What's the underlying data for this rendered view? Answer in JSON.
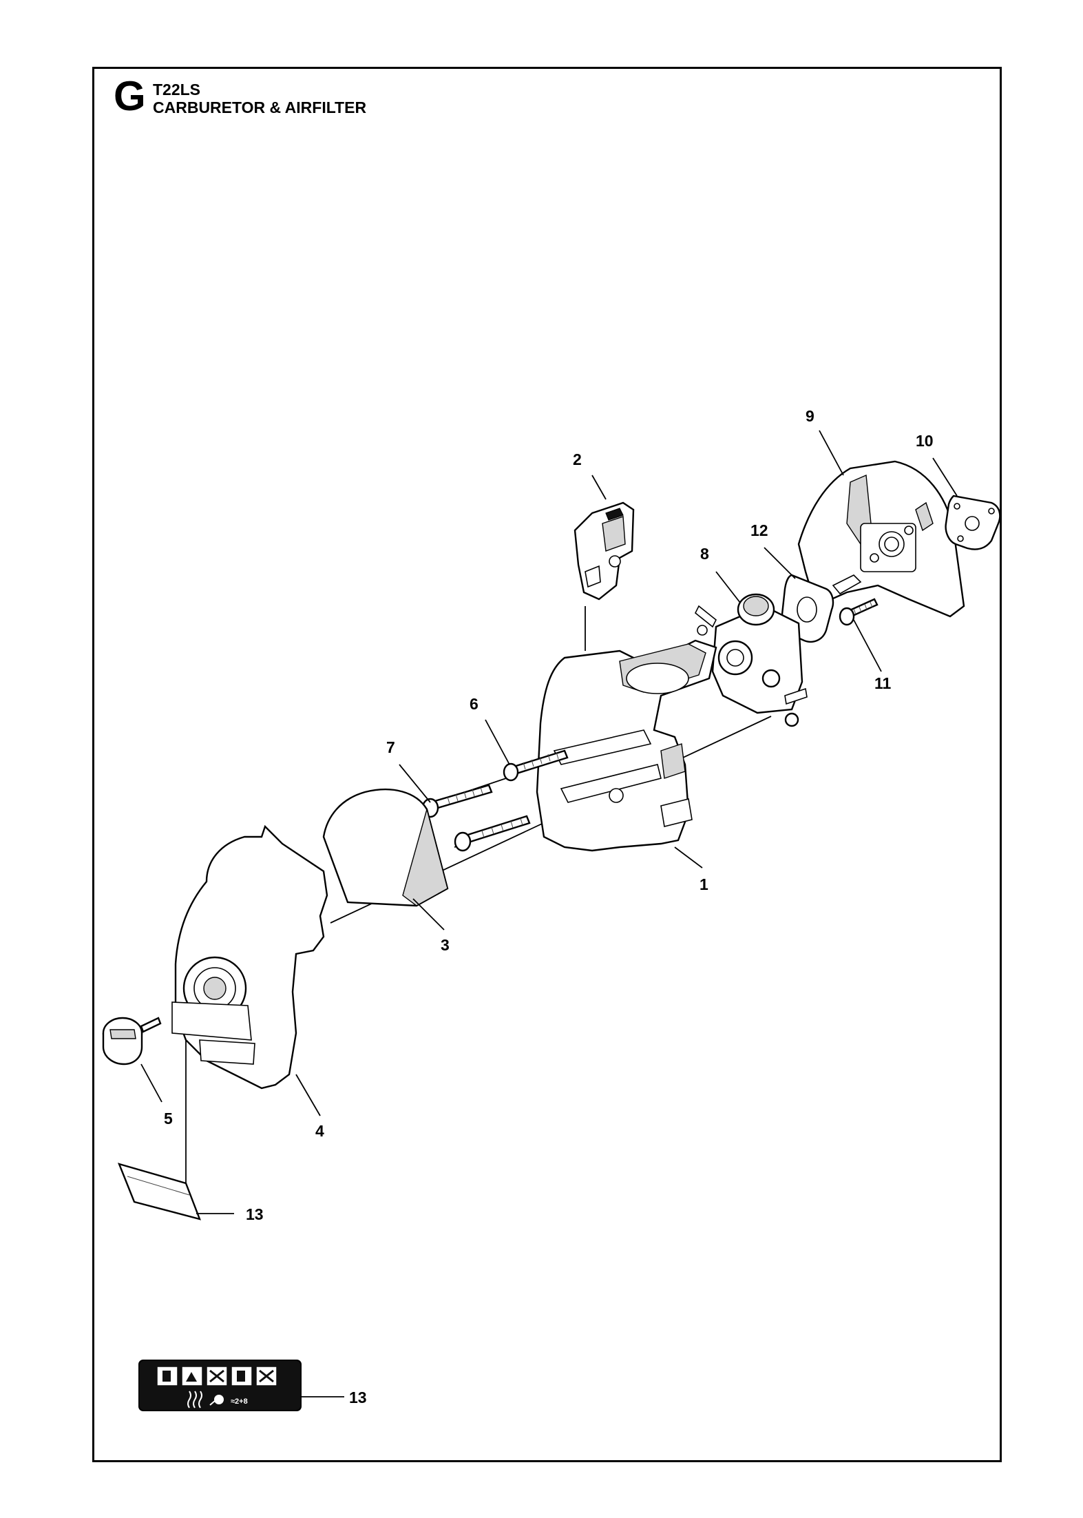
{
  "header": {
    "section_letter": "G",
    "model": "T22LS",
    "title": "CARBURETOR & AIRFILTER"
  },
  "callouts": [
    {
      "id": "1",
      "label": "1"
    },
    {
      "id": "2",
      "label": "2"
    },
    {
      "id": "3",
      "label": "3"
    },
    {
      "id": "4",
      "label": "4"
    },
    {
      "id": "5",
      "label": "5"
    },
    {
      "id": "6",
      "label": "6"
    },
    {
      "id": "7",
      "label": "7"
    },
    {
      "id": "8",
      "label": "8"
    },
    {
      "id": "9",
      "label": "9"
    },
    {
      "id": "10",
      "label": "10"
    },
    {
      "id": "11",
      "label": "11"
    },
    {
      "id": "12",
      "label": "12"
    },
    {
      "id": "13a",
      "label": "13"
    },
    {
      "id": "13b",
      "label": "13"
    }
  ],
  "decal": {
    "icons": [
      "choke-icon",
      "fuel-pump-icon",
      "start-icon",
      "choke-icon",
      "stop-icon"
    ],
    "bottom_text": "≈2+8"
  },
  "colors": {
    "line": "#000000",
    "fill": "#ffffff",
    "shade": "#d6d6d6",
    "decal_bg": "#111111"
  }
}
